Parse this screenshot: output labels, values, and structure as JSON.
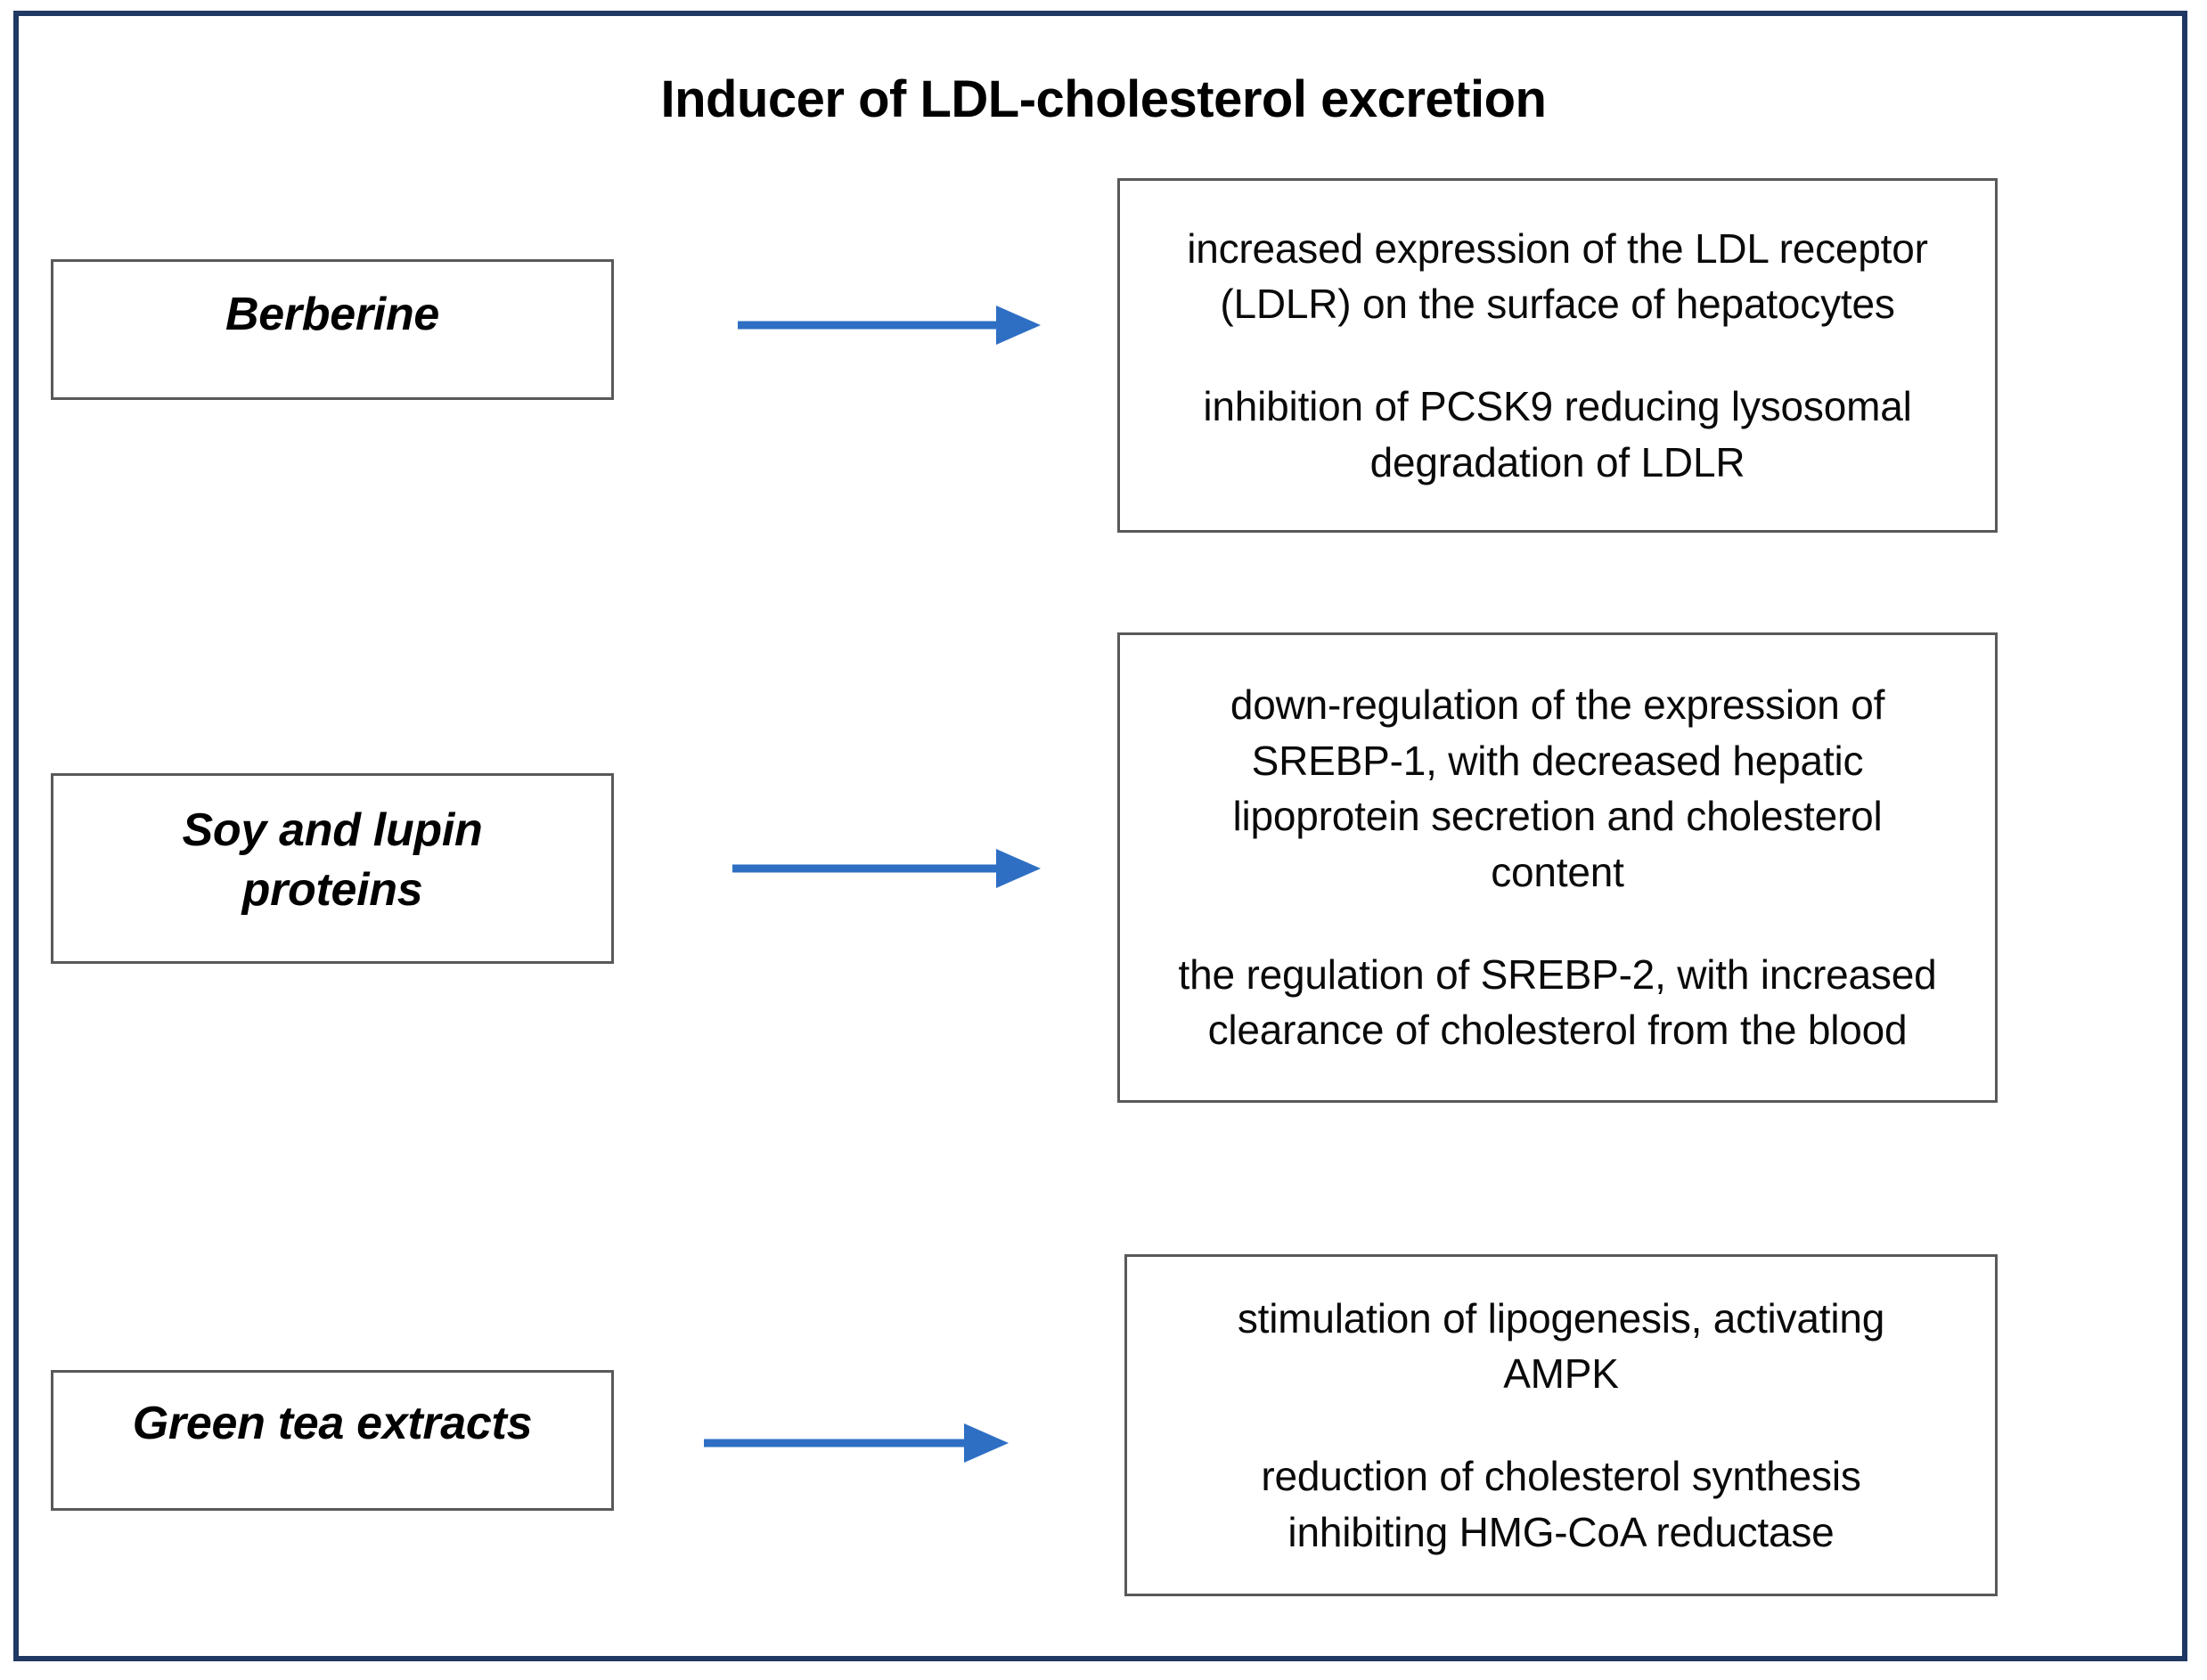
{
  "figure": {
    "title": "Inducer of LDL-cholesterol excretion",
    "frame_color": "#1F3864",
    "box_border_color": "#595959",
    "arrow_color": "#2E6FC4"
  },
  "rows": [
    {
      "label": "Berberine",
      "arrow": "arrow-right-icon",
      "details": [
        "increased expression of the LDL receptor (LDLR) on the surface of hepatocytes",
        "inhibition of PCSK9 reducing lysosomal degradation of LDLR"
      ]
    },
    {
      "label_line_1": "Soy and lupin",
      "label_line_2": "proteins",
      "arrow": "arrow-right-icon",
      "details": [
        "down-regulation of the expression of SREBP-1, with decreased hepatic lipoprotein secretion and cholesterol content",
        "the regulation of SREBP-2, with increased clearance of cholesterol from the blood"
      ]
    },
    {
      "label": "Green tea extracts",
      "arrow": "arrow-right-icon",
      "details": [
        "stimulation of lipogenesis, activating AMPK",
        "reduction of cholesterol synthesis inhibiting HMG-CoA reductase"
      ]
    }
  ]
}
